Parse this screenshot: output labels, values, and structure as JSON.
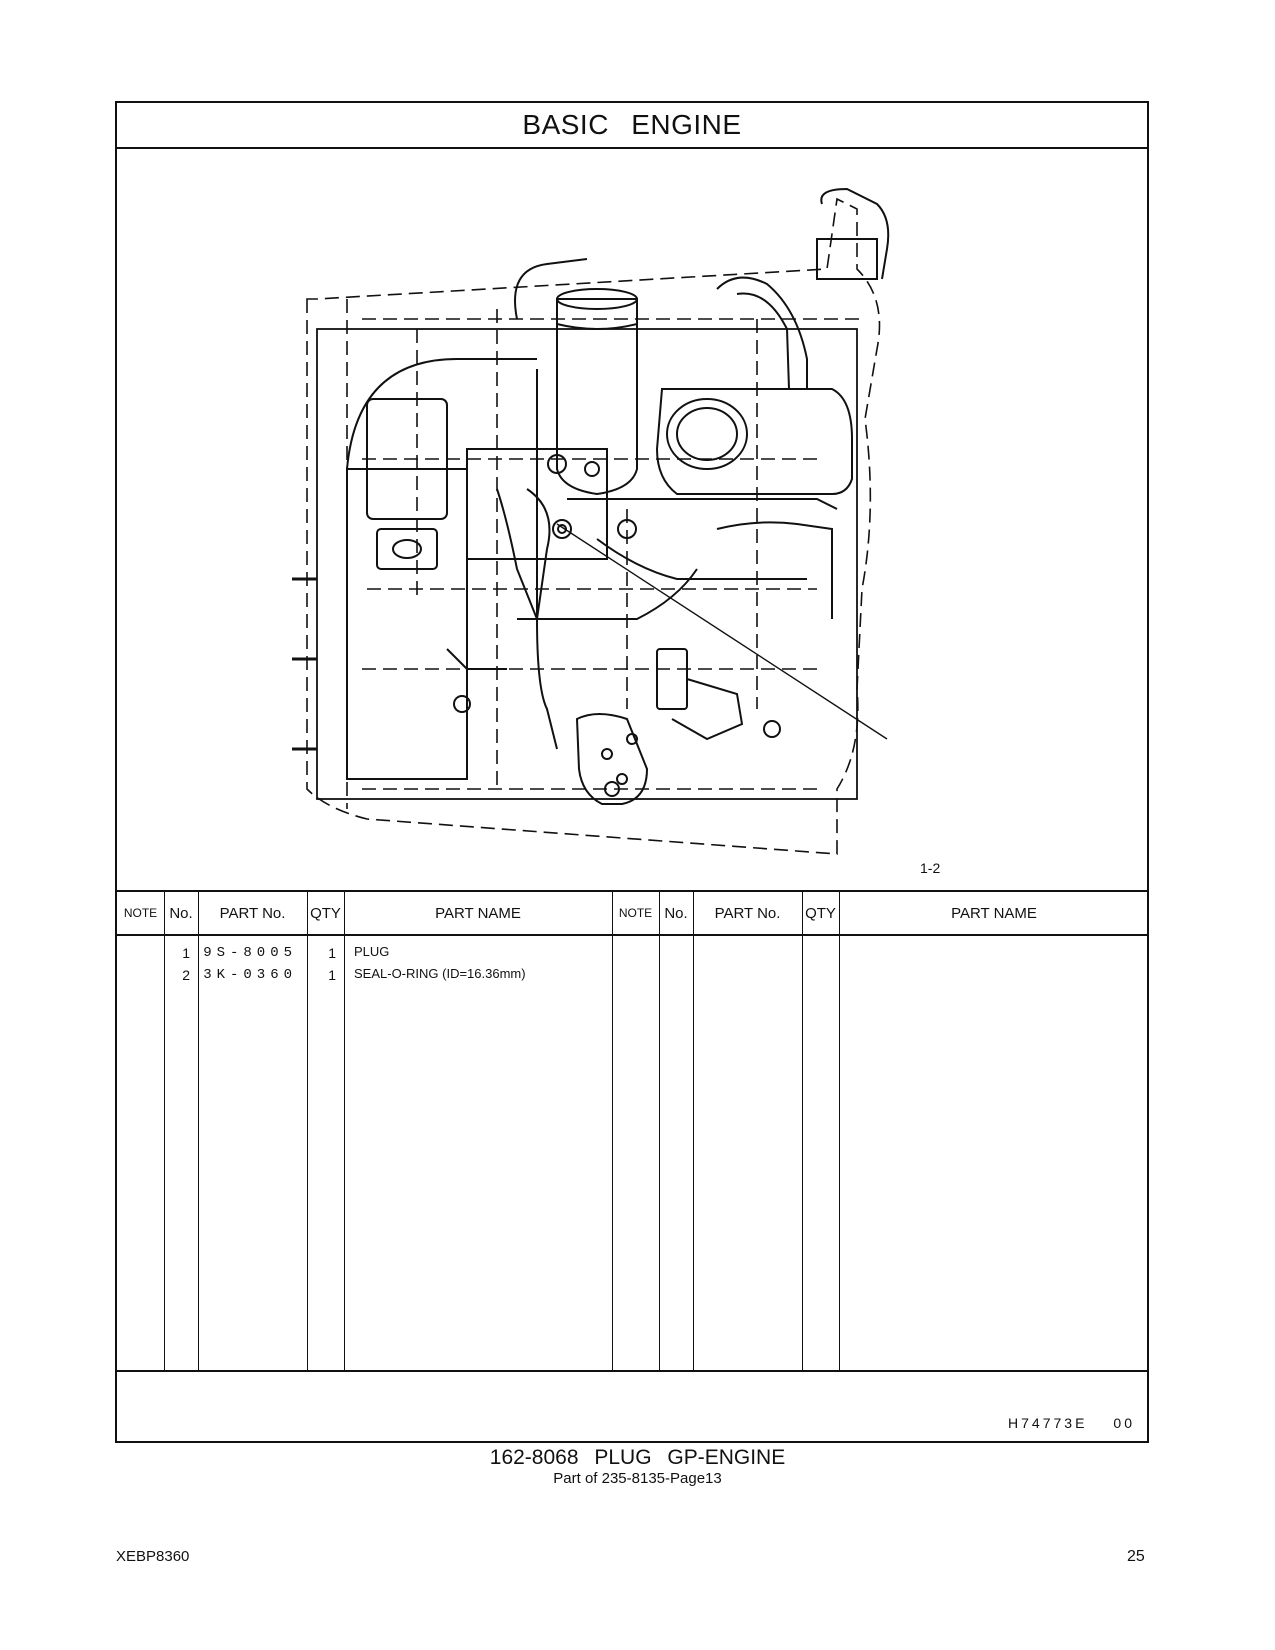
{
  "header": {
    "title": "BASIC   ENGINE"
  },
  "illustration": {
    "callout": "1-2",
    "code": "H74773E",
    "revision": "00"
  },
  "table": {
    "headers": {
      "note": "NOTE",
      "no": "No.",
      "part_no": "PART No.",
      "qty": "QTY",
      "part_name": "PART NAME"
    },
    "rows": [
      {
        "no": "1",
        "part_no": "9S-8005",
        "qty": "1",
        "part_name": "PLUG"
      },
      {
        "no": "2",
        "part_no": "3K-0360",
        "qty": "1",
        "part_name": "SEAL-O-RING (ID=16.36mm)"
      }
    ]
  },
  "footer": {
    "group_title": "162-8068   PLUG  GP-ENGINE",
    "group_subtitle": "Part of 235-8135-Page13",
    "doc_id": "XEBP8360",
    "page_number": "25"
  }
}
